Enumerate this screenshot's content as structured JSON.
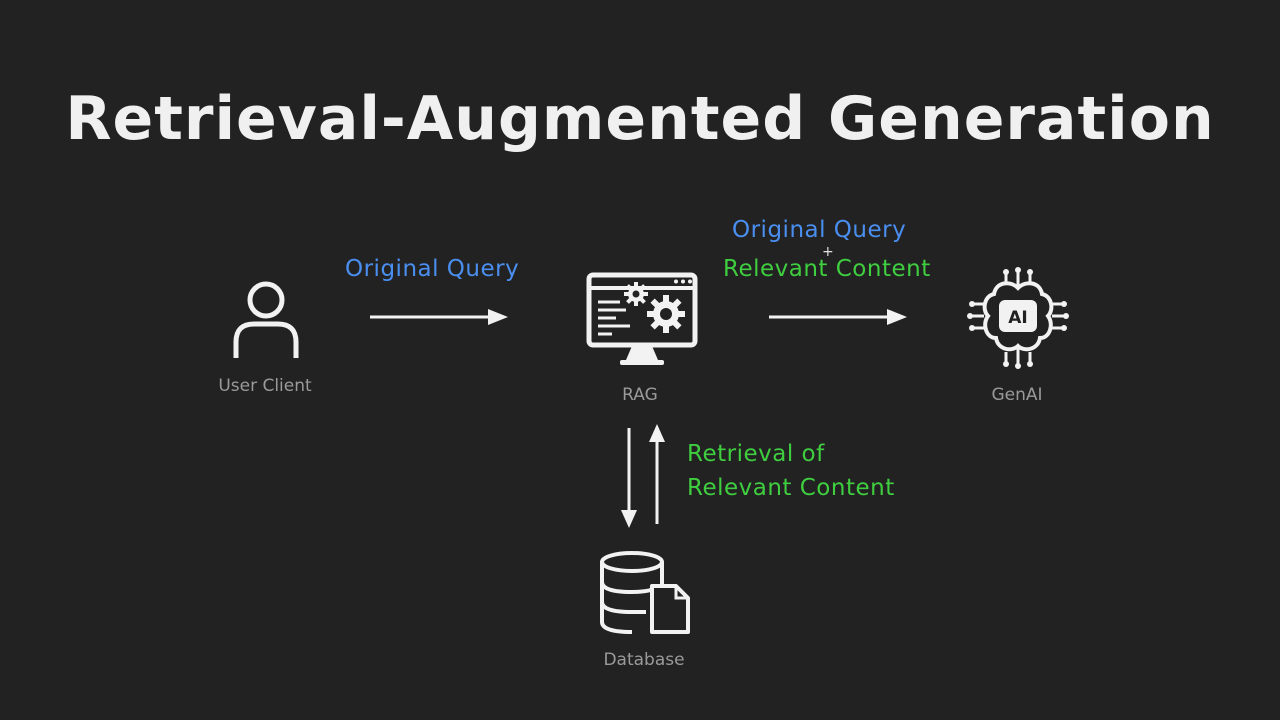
{
  "title": "Retrieval-Augmented Generation",
  "nodes": {
    "user": {
      "label": "User Client",
      "icon": "user-icon"
    },
    "rag": {
      "label": "RAG",
      "icon": "monitor-gears-icon"
    },
    "genai": {
      "label": "GenAI",
      "icon": "ai-brain-chip-icon",
      "icon_text": "AI"
    },
    "database": {
      "label": "Database",
      "icon": "database-document-icon"
    }
  },
  "edges": {
    "user_to_rag": {
      "label": "Original Query"
    },
    "rag_to_genai": {
      "label_line1": "Original Query",
      "plus": "+",
      "label_line2": "Relevant Content"
    },
    "rag_database": {
      "label_line1": "Retrieval of",
      "label_line2": "Relevant Content"
    }
  },
  "colors": {
    "background": "#222222",
    "query_blue": "#4a8ff0",
    "content_green": "#3fce3f",
    "icon_white": "#f2f2f2",
    "label_gray": "#9a9a9a"
  }
}
